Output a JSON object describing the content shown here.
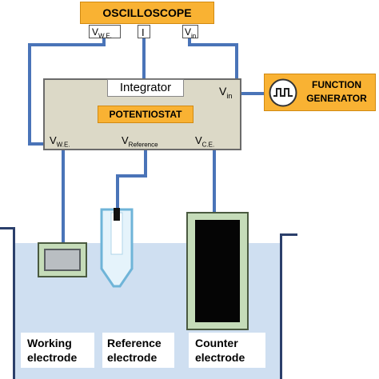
{
  "oscilloscope": {
    "title": "OSCILLOSCOPE",
    "pin_we": {
      "main": "V",
      "sub": "W.E."
    },
    "pin_i": "I",
    "pin_vin": {
      "main": "V",
      "sub": "in"
    }
  },
  "potentiostat": {
    "title": "POTENTIOSTAT",
    "integrator": "Integrator",
    "vin": {
      "main": "V",
      "sub": "in"
    },
    "vwe": {
      "main": "V",
      "sub": "W.E."
    },
    "vref": {
      "main": "V",
      "sub": "Reference"
    },
    "vce": {
      "main": "V",
      "sub": "C.E."
    }
  },
  "function_generator": {
    "line1": "FUNCTION",
    "line2": "GENERATOR"
  },
  "electrodes": {
    "working": {
      "line1": "Working",
      "line2": "electrode"
    },
    "reference": {
      "line1": "Reference",
      "line2": "electrode"
    },
    "counter": {
      "line1": "Counter",
      "line2": "electrode"
    }
  },
  "colors": {
    "wire": "#4a74b8",
    "orange": "#f9b233",
    "potentiostat_body": "#dcd9c7",
    "solution": "#cfdff1"
  }
}
